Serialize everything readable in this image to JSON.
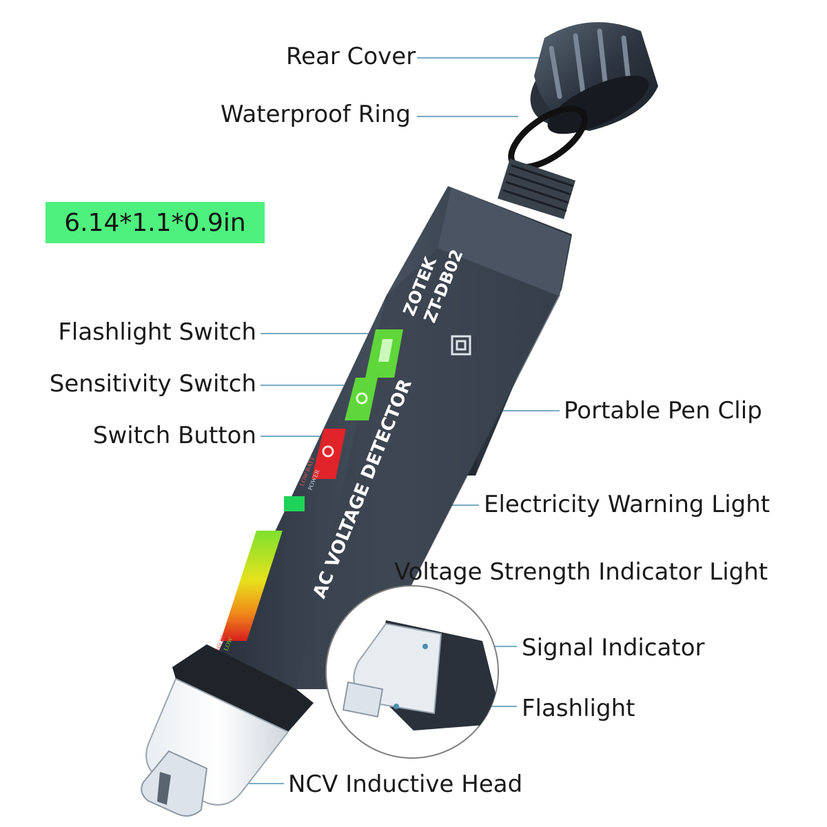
{
  "dimensions": "6.14*1.1*0.9in",
  "labels": {
    "rear_cover": "Rear Cover",
    "waterproof_ring": "Waterproof Ring",
    "flashlight_switch": "Flashlight Switch",
    "sensitivity_switch": "Sensitivity Switch",
    "switch_button": "Switch Button",
    "portable_pen_clip": "Portable Pen Clip",
    "electricity_warning_light": "Electricity Warning Light",
    "voltage_strength_indicator": "Voltage Strength Indicator Light",
    "signal_indicator": "Signal Indicator",
    "flashlight": "Flashlight",
    "ncv_head": "NCV Inductive Head"
  },
  "device": {
    "brand": "ZOTEK",
    "model": "ZT-DB02",
    "body_text": "AC VOLTAGE DETECTOR",
    "power_label": "POWER",
    "low_batt_label": "LOW BATT",
    "high_label": "HIGH",
    "low_label": "LOW"
  },
  "icons": [
    "flashlight-icon",
    "sensitivity-icon",
    "power-icon",
    "double-insulation-icon"
  ],
  "colors": {
    "badge": "#4ef07e",
    "body": "#3a4350",
    "green_button": "#5fd63a",
    "red_button": "#e0242a",
    "leader_line": "#4a8fb0"
  }
}
